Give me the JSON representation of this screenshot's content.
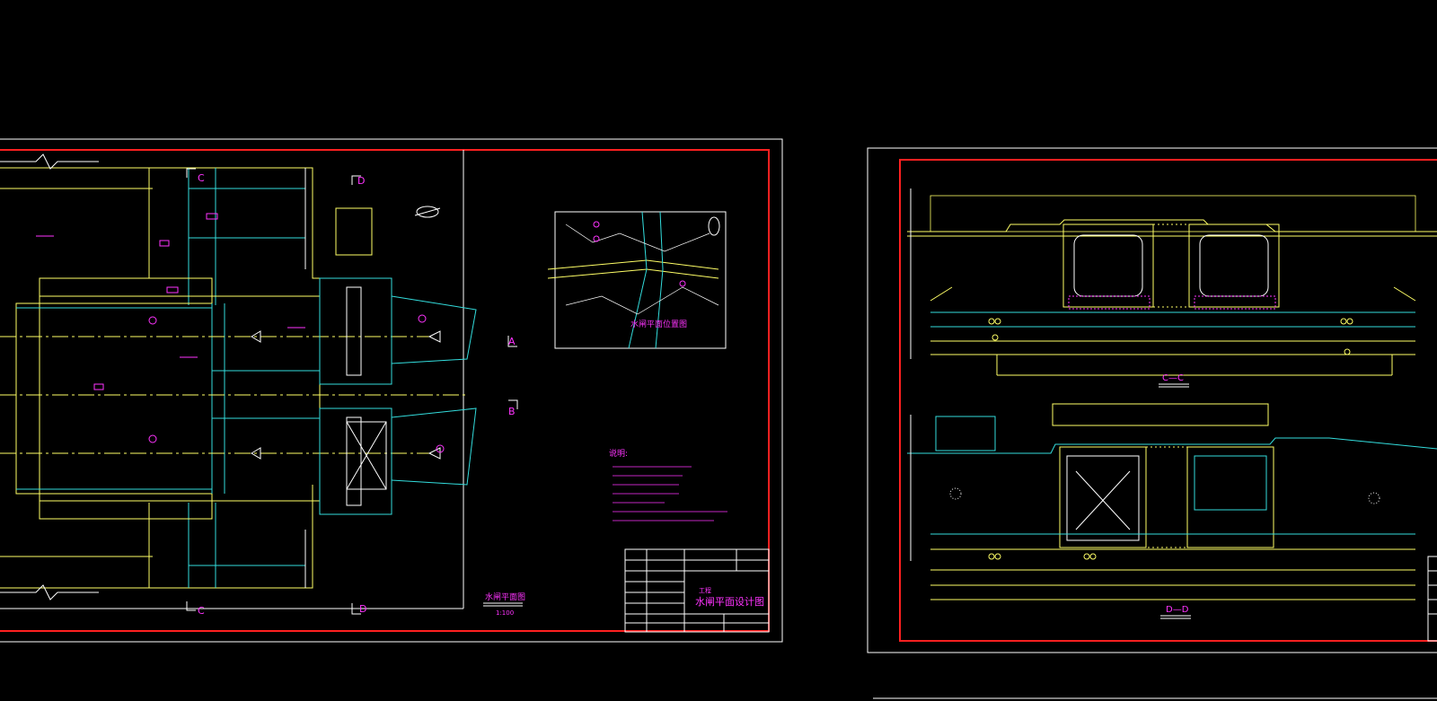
{
  "colors": {
    "background": "#000000",
    "sheet_border": "#ffffff",
    "frame_red": "#ff2020",
    "line_yellow": "#ffff66",
    "line_cyan": "#33dddd",
    "line_magenta": "#ff33ff",
    "line_white": "#ffffff",
    "line_green": "#33ff66"
  },
  "sheet_left": {
    "section_marks": {
      "c_top": "C",
      "d_top": "D",
      "c_bottom": "C",
      "d_bottom": "D",
      "a_right": "A",
      "b_right": "B"
    },
    "plan_caption": "水闸平面图",
    "plan_scale": "1:100",
    "inset_caption": "水闸平面位置图",
    "notes_heading": "说明:",
    "title_block": {
      "drawing_title": "水闸平面设计图",
      "project_label": "工程"
    }
  },
  "sheet_right": {
    "section_cc_caption": "C—C",
    "section_dd_caption": "D—D"
  }
}
